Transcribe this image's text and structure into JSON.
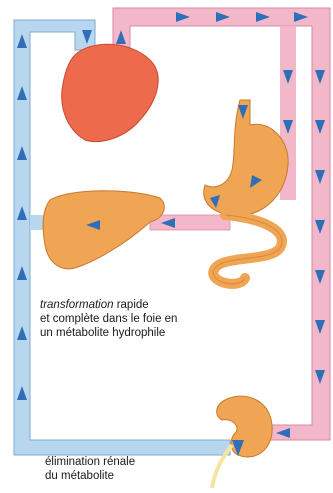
{
  "colors": {
    "venous_vessel": "#b9d6ef",
    "arterial_vessel": "#f2b7c8",
    "flow_arrow": "#2f6fb8",
    "heart": "#ee6a4d",
    "organs": "#efa554",
    "organ_outline": "#c77a2a"
  },
  "captions": {
    "transformation_italic": "transformation",
    "transformation_rest": " rapide",
    "transformation_line2": "et complète dans le foie en",
    "transformation_line3": "un métabolite hydrophile",
    "elimination_line1": "élimination rénale",
    "elimination_line2": "du métabolite"
  },
  "organs": [
    "heart",
    "stomach",
    "liver",
    "intestine",
    "kidney"
  ]
}
